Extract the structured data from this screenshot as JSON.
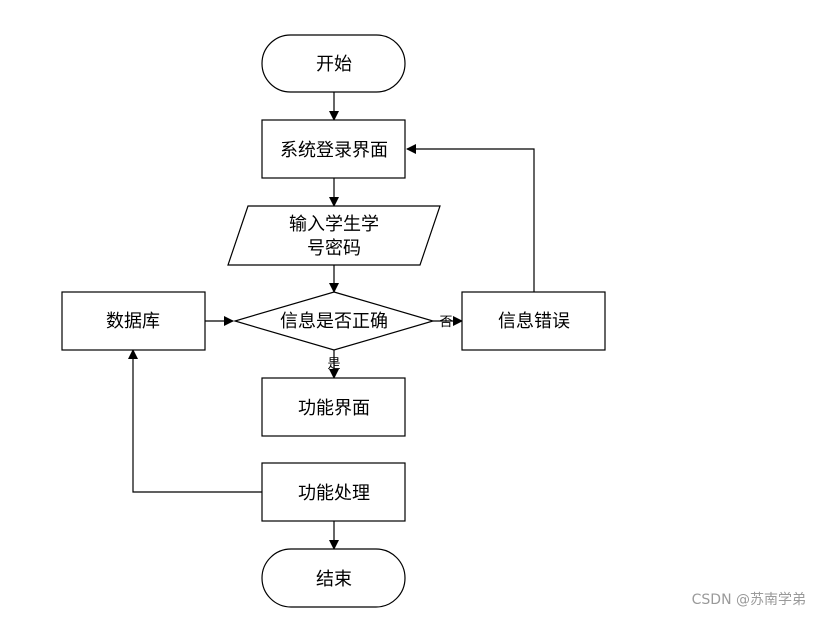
{
  "nodes": {
    "start": "开始",
    "login": "系统登录界面",
    "input_line1": "输入学生学",
    "input_line2": "号密码",
    "check": "信息是否正确",
    "error": "信息错误",
    "database": "数据库",
    "func_ui": "功能界面",
    "func_proc": "功能处理",
    "end": "结束"
  },
  "edges": {
    "yes": "是",
    "no": "否"
  },
  "watermark": "CSDN @苏南学弟"
}
